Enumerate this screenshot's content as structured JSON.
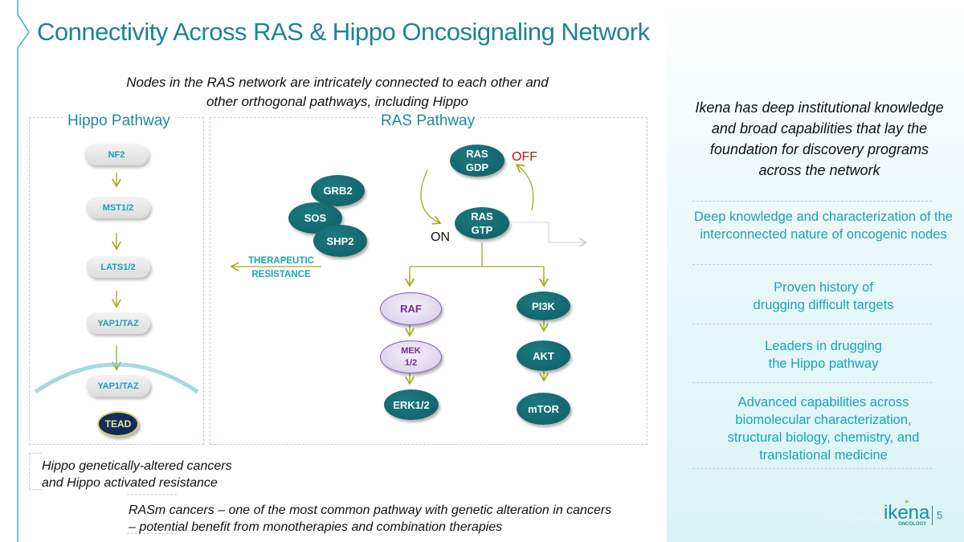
{
  "title": "Connectivity Across RAS & Hippo Oncosignaling Network",
  "subtitle_line1": "Nodes in the RAS network are intricately connected to each other and",
  "subtitle_line2": "other orthogonal pathways, including Hippo",
  "hippo": {
    "title": "Hippo Pathway",
    "nodes": [
      "NF2",
      "MST1/2",
      "LATS1/2",
      "YAP1/TAZ",
      "YAP1/TAZ"
    ],
    "tead": "TEAD"
  },
  "ras": {
    "title": "RAS Pathway",
    "ras_gdp": [
      "RAS",
      "GDP"
    ],
    "ras_gtp": [
      "RAS",
      "GTP"
    ],
    "off": "OFF",
    "on": "ON",
    "complex": [
      "GRB2",
      "SOS",
      "SHP2"
    ],
    "resistance": [
      "THERAPEUTIC",
      "RESISTANCE"
    ],
    "raf": "RAF",
    "mek": [
      "MEK",
      "1/2"
    ],
    "erk": "ERK1/2",
    "pi3k": "PI3K",
    "akt": "AKT",
    "mtor": "mTOR"
  },
  "right": {
    "intro": "Ikena has deep institutional knowledge and broad capabilities that lay the foundation for discovery programs across the network",
    "points": [
      "Deep knowledge and characterization of the interconnected nature of oncogenic nodes",
      "Proven history of drugging difficult targets",
      "Leaders in drugging the Hippo pathway",
      "Advanced capabilities across biomolecular characterization, structural biology, chemistry, and translational medicine"
    ]
  },
  "notes": {
    "hippo_line1": "Hippo genetically-altered cancers",
    "hippo_line2": "and Hippo activated resistance",
    "ras_line1": "RASm cancers – one of the most common pathway with genetic alteration in cancers",
    "ras_line2": "– potential benefit from monotherapies and combination therapies"
  },
  "footer": {
    "confidential": "Confidential",
    "logo": "ikena",
    "logo_sub": "ONCOLOGY",
    "page": "5"
  },
  "colors": {
    "teal_node": "#0f5d63",
    "title": "#1b8494",
    "arrow": "#a6ab1a",
    "off": "#b01818"
  }
}
